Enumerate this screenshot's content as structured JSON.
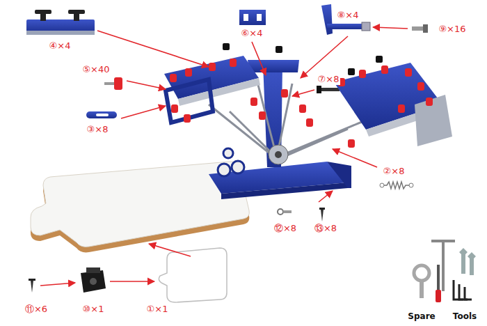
{
  "diagram": {
    "labels": [
      "④×4",
      "⑥×4",
      "⑧×4",
      "⑨×16",
      "⑤×40",
      "⑦×8",
      "③×8",
      "②×8",
      "⑫×8",
      "⑬×8",
      "⑪×6",
      "⑩×1",
      "①×1",
      "Spare",
      "Tools"
    ]
  }
}
